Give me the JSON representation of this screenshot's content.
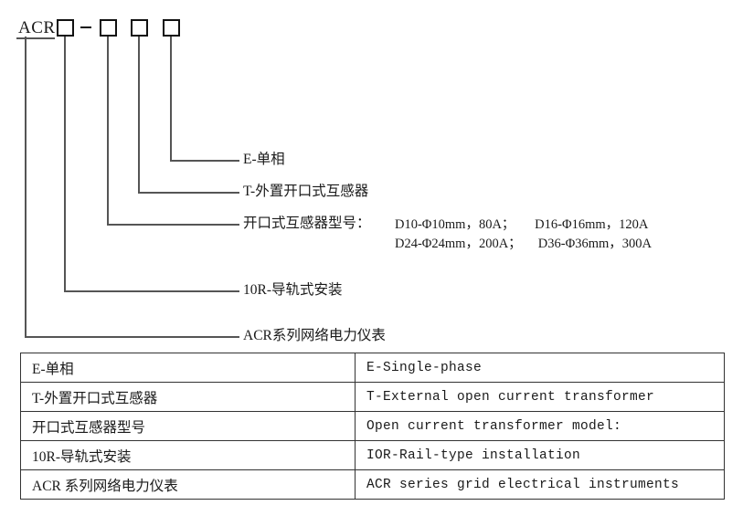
{
  "model_code": {
    "prefix": "ACR",
    "separator": "-",
    "box_count": 4
  },
  "leaders": [
    {
      "id": "single-phase",
      "label": "E-单相"
    },
    {
      "id": "external-ct",
      "label": "T-外置开口式互感器"
    },
    {
      "id": "ct-model",
      "label": "开口式互感器型号："
    },
    {
      "id": "rail-mount",
      "label": "10R-导轨式安装"
    },
    {
      "id": "series-instruments",
      "label": "ACR系列网络电力仪表"
    }
  ],
  "ct_specs": {
    "line1": "D10-Φ10mm，80A；      D16-Φ16mm，120A",
    "line2": "D24-Φ24mm，200A；     D36-Φ36mm，300A",
    "items": [
      {
        "model": "D10",
        "diameter": "Φ10mm",
        "current": "80A"
      },
      {
        "model": "D16",
        "diameter": "Φ16mm",
        "current": "120A"
      },
      {
        "model": "D24",
        "diameter": "Φ24mm",
        "current": "200A"
      },
      {
        "model": "D36",
        "diameter": "Φ36mm",
        "current": "300A"
      }
    ]
  },
  "legend_table": {
    "rows": [
      {
        "cn": "E-单相",
        "en": "E-Single-phase"
      },
      {
        "cn": "T-外置开口式互感器",
        "en": "T-External open current transformer"
      },
      {
        "cn": "开口式互感器型号",
        "en": "Open current transformer model:"
      },
      {
        "cn": "10R-导轨式安装",
        "en": "IOR-Rail-type installation"
      },
      {
        "cn": "ACR 系列网络电力仪表",
        "en": "ACR series grid electrical instruments"
      }
    ]
  },
  "colors": {
    "line": "#555555",
    "box_border": "#111111",
    "text": "#1a1a1a",
    "table_border": "#333333"
  }
}
